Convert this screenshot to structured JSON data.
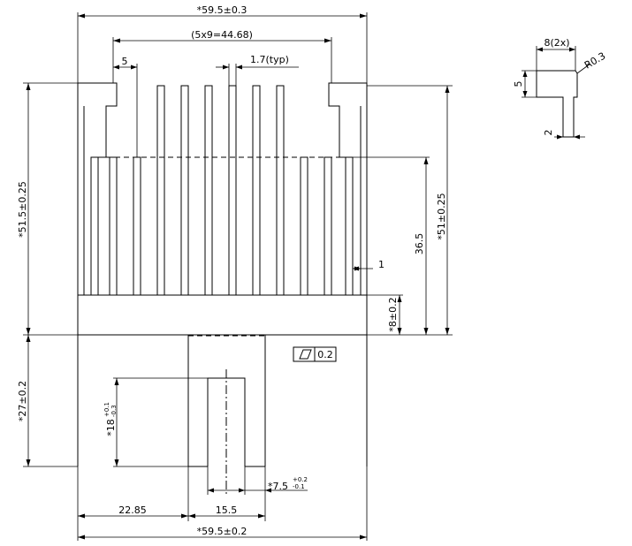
{
  "dimensions": {
    "overall_width_top": "*59.5±0.3",
    "fin_pitch_total": "(5x9=44.68)",
    "edge_pitch": "5",
    "fin_thickness": "1.7(typ)",
    "overall_height": "*51.5±0.25",
    "fin_region_height": "*51±0.25",
    "fin_length": "36.5",
    "fin_gap": "1",
    "base_thickness": "*8±0.2",
    "flatness_value": "0.2",
    "bottom_height": "*27±0.2",
    "pad_height_main": "*18",
    "pad_height_upper_tol": "+0.1",
    "pad_height_lower_tol": "-0.3",
    "slot_width_main": "*7.5",
    "slot_width_upper_tol": "+0.2",
    "slot_width_lower_tol": "-0.1",
    "offset_left": "22.85",
    "pad_width": "15.5",
    "overall_width_bottom": "*59.5±0.2"
  },
  "detail": {
    "width_label": "8(2x)",
    "radius_label": "R0.3",
    "height_label": "5",
    "stem_label": "2"
  }
}
